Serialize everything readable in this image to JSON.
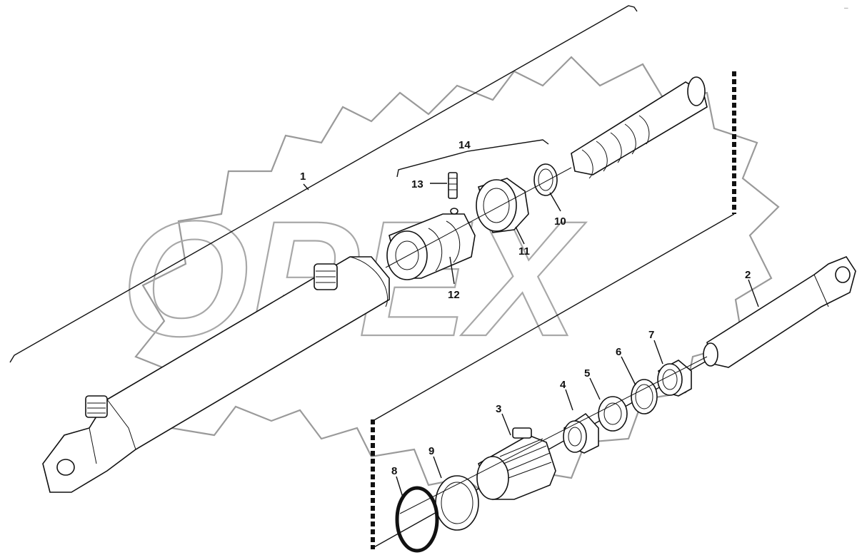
{
  "watermark": {
    "text": "OPEX"
  },
  "callouts": {
    "c1": "1",
    "c2": "2",
    "c3": "3",
    "c4": "4",
    "c5": "5",
    "c6": "6",
    "c7": "7",
    "c8": "8",
    "c9": "9",
    "c10": "10",
    "c11": "11",
    "c12": "12",
    "c13": "13",
    "c14": "14"
  },
  "corner_mark": "–"
}
